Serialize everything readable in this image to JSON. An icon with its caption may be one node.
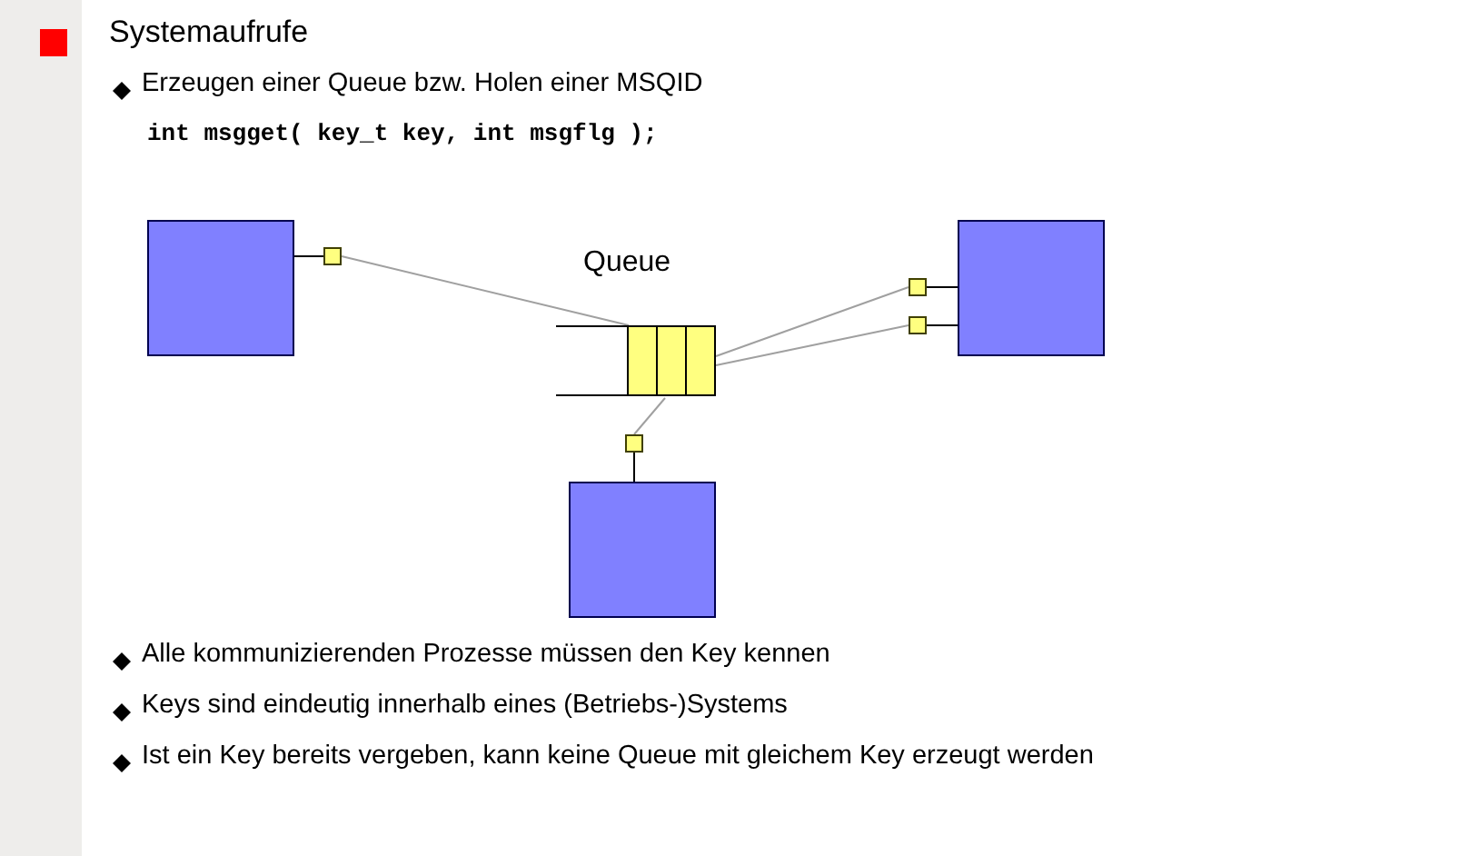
{
  "diagram": {
    "title": "Systemaufrufe",
    "nodes": [
      {
        "text": [],
        "shape": "box"
      },
      {
        "text": [],
        "shape": "box"
      },
      {
        "text": [
          "Queue"
        ]
      },
      {
        "text": [],
        "shape": "box"
      },
      {
        "text": [],
        "shape": "box"
      },
      {
        "text": [],
        "shape": "box"
      },
      {
        "text": [],
        "shape": "box"
      },
      {
        "text": [],
        "shape": "box"
      }
    ],
    "edges": [
      {
        "from": 0,
        "to": 1,
        "arrow": "none"
      },
      {
        "from": 1,
        "to": 2,
        "arrow": "none",
        "color": "#a0a0a0"
      },
      {
        "from": 3,
        "to": 2,
        "arrow": "none",
        "color": "#a0a0a0"
      },
      {
        "from": 4,
        "to": 2,
        "arrow": "none",
        "color": "#a0a0a0"
      },
      {
        "from": 3,
        "to": 5,
        "arrow": "none"
      },
      {
        "from": 4,
        "to": 5,
        "arrow": "none"
      },
      {
        "from": 6,
        "to": 2,
        "arrow": "none",
        "color": "#a0a0a0"
      },
      {
        "from": 6,
        "to": 7,
        "arrow": "none"
      }
    ],
    "labels": [
      "Erzeugen einer Queue bzw. Holen einer MSQID",
      "int msgget( key_t key, int msgflg );",
      "Alle kommunizierenden Prozesse müssen den Key kennen",
      "Keys sind eindeutig innerhalb eines (Betriebs-)Systems",
      "Ist ein Key bereits vergeben, kann keine Queue mit gleichem Key erzeugt werden"
    ]
  }
}
